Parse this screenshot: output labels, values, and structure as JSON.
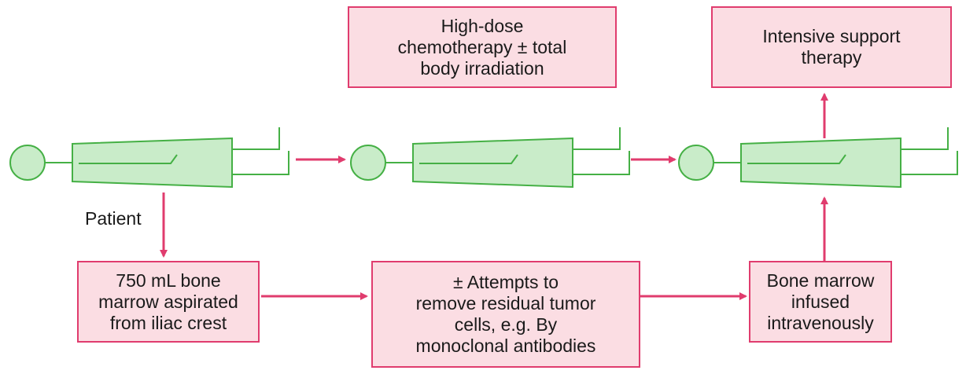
{
  "colors": {
    "box_fill": "#fbdde3",
    "box_border": "#e03c6e",
    "arrow": "#e03c6e",
    "device_fill": "#c9ecc9",
    "device_stroke": "#45b045",
    "text": "#1a1a1a"
  },
  "icons": {
    "stage_device": "syringe-icon"
  },
  "labels": {
    "patient": "Patient"
  },
  "boxes": {
    "chemo": {
      "lines": [
        "High-dose",
        "chemotherapy ± total",
        "body irradiation"
      ]
    },
    "support": {
      "lines": [
        "Intensive support",
        "therapy"
      ]
    },
    "aspirate": {
      "lines": [
        "750 mL bone",
        "marrow aspirated",
        "from iliac crest"
      ]
    },
    "purge": {
      "lines": [
        "± Attempts to",
        "remove residual tumor",
        "cells, e.g. By",
        "monoclonal antibodies"
      ]
    },
    "infuse": {
      "lines": [
        "Bone marrow",
        "infused",
        "intravenously"
      ]
    }
  }
}
